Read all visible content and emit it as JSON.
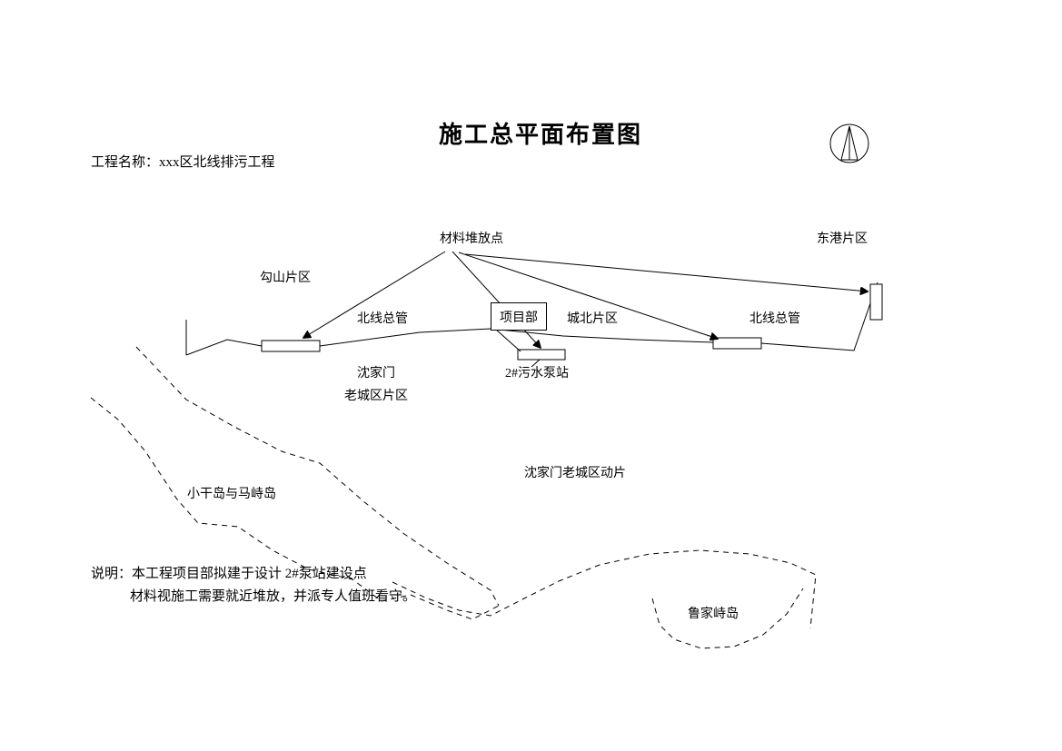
{
  "title": "施工总平面布置图",
  "project_name": "工程名称：xxx区北线排污工程",
  "labels": {
    "material_point": "材料堆放点",
    "donggang": "东港片区",
    "goushan": "勾山片区",
    "north_main_left": "北线总管",
    "project_dept": "项目部",
    "chengbei": "城北片区",
    "north_main_right": "北线总管",
    "shenjiamen_1": "沈家门",
    "shenjiamen_2": "老城区片区",
    "pump_station": "2#污水泵站",
    "old_town_strip": "沈家门老城区动片",
    "xiaogan_mazhi": "小干岛与马峙岛",
    "lujiazhi": "鲁家峙岛"
  },
  "notes": {
    "line1": "说明：本工程项目部拟建于设计 2#泵站建设点",
    "line2": "材料视施工需要就近堆放，并派专人值班看守。"
  },
  "colors": {
    "line": "#000000",
    "background": "#ffffff"
  }
}
